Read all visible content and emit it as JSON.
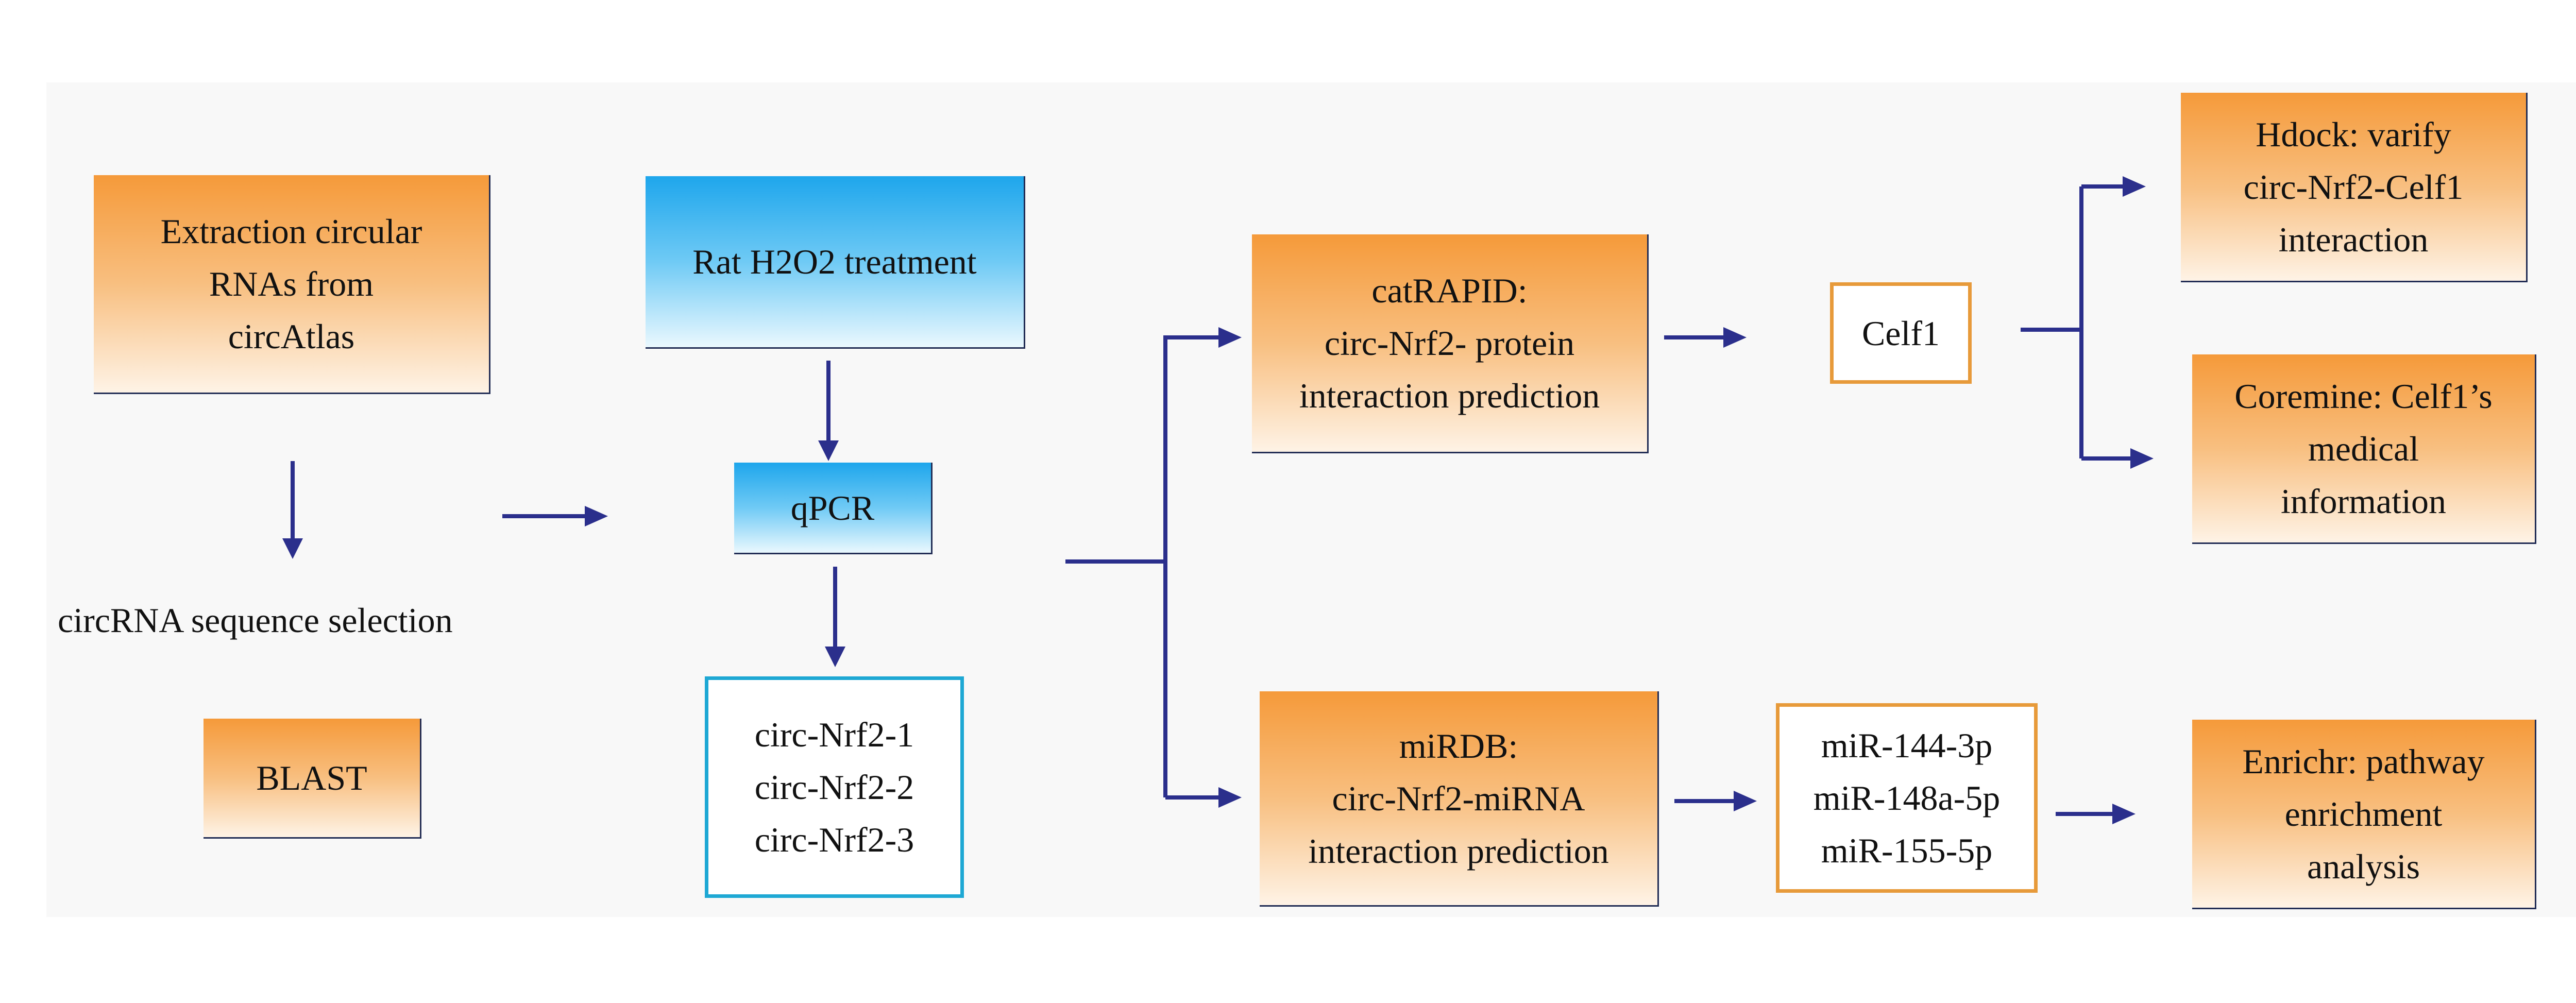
{
  "boxes": {
    "extraction": [
      "Extraction circular",
      "RNAs from",
      "circAtlas"
    ],
    "selection_label": "circRNA sequence selection",
    "blast": "BLAST",
    "rat_treatment": "Rat H2O2 treatment",
    "qpcr": "qPCR",
    "circ_list": [
      "circ-Nrf2-1",
      "circ-Nrf2-2",
      "circ-Nrf2-3"
    ],
    "catrapid": [
      "catRAPID:",
      "circ-Nrf2- protein",
      "interaction prediction"
    ],
    "mirdb": [
      "miRDB:",
      "circ-Nrf2-miRNA",
      "interaction prediction"
    ],
    "celf1": "Celf1",
    "mirna_list": [
      "miR-144-3p",
      "miR-148a-5p",
      "miR-155-5p"
    ],
    "hdock": [
      "Hdock: varify",
      "circ-Nrf2-Celf1",
      "interaction"
    ],
    "coremine": [
      "Coremine: Celf1’s",
      "medical",
      "information"
    ],
    "enrichr": [
      "Enrichr: pathway",
      "enrichment",
      "analysis"
    ]
  },
  "colors": {
    "arrow": "#2b2f8c",
    "orange_outline": "#e79a3a",
    "blue_outline": "#1ea8d4"
  }
}
